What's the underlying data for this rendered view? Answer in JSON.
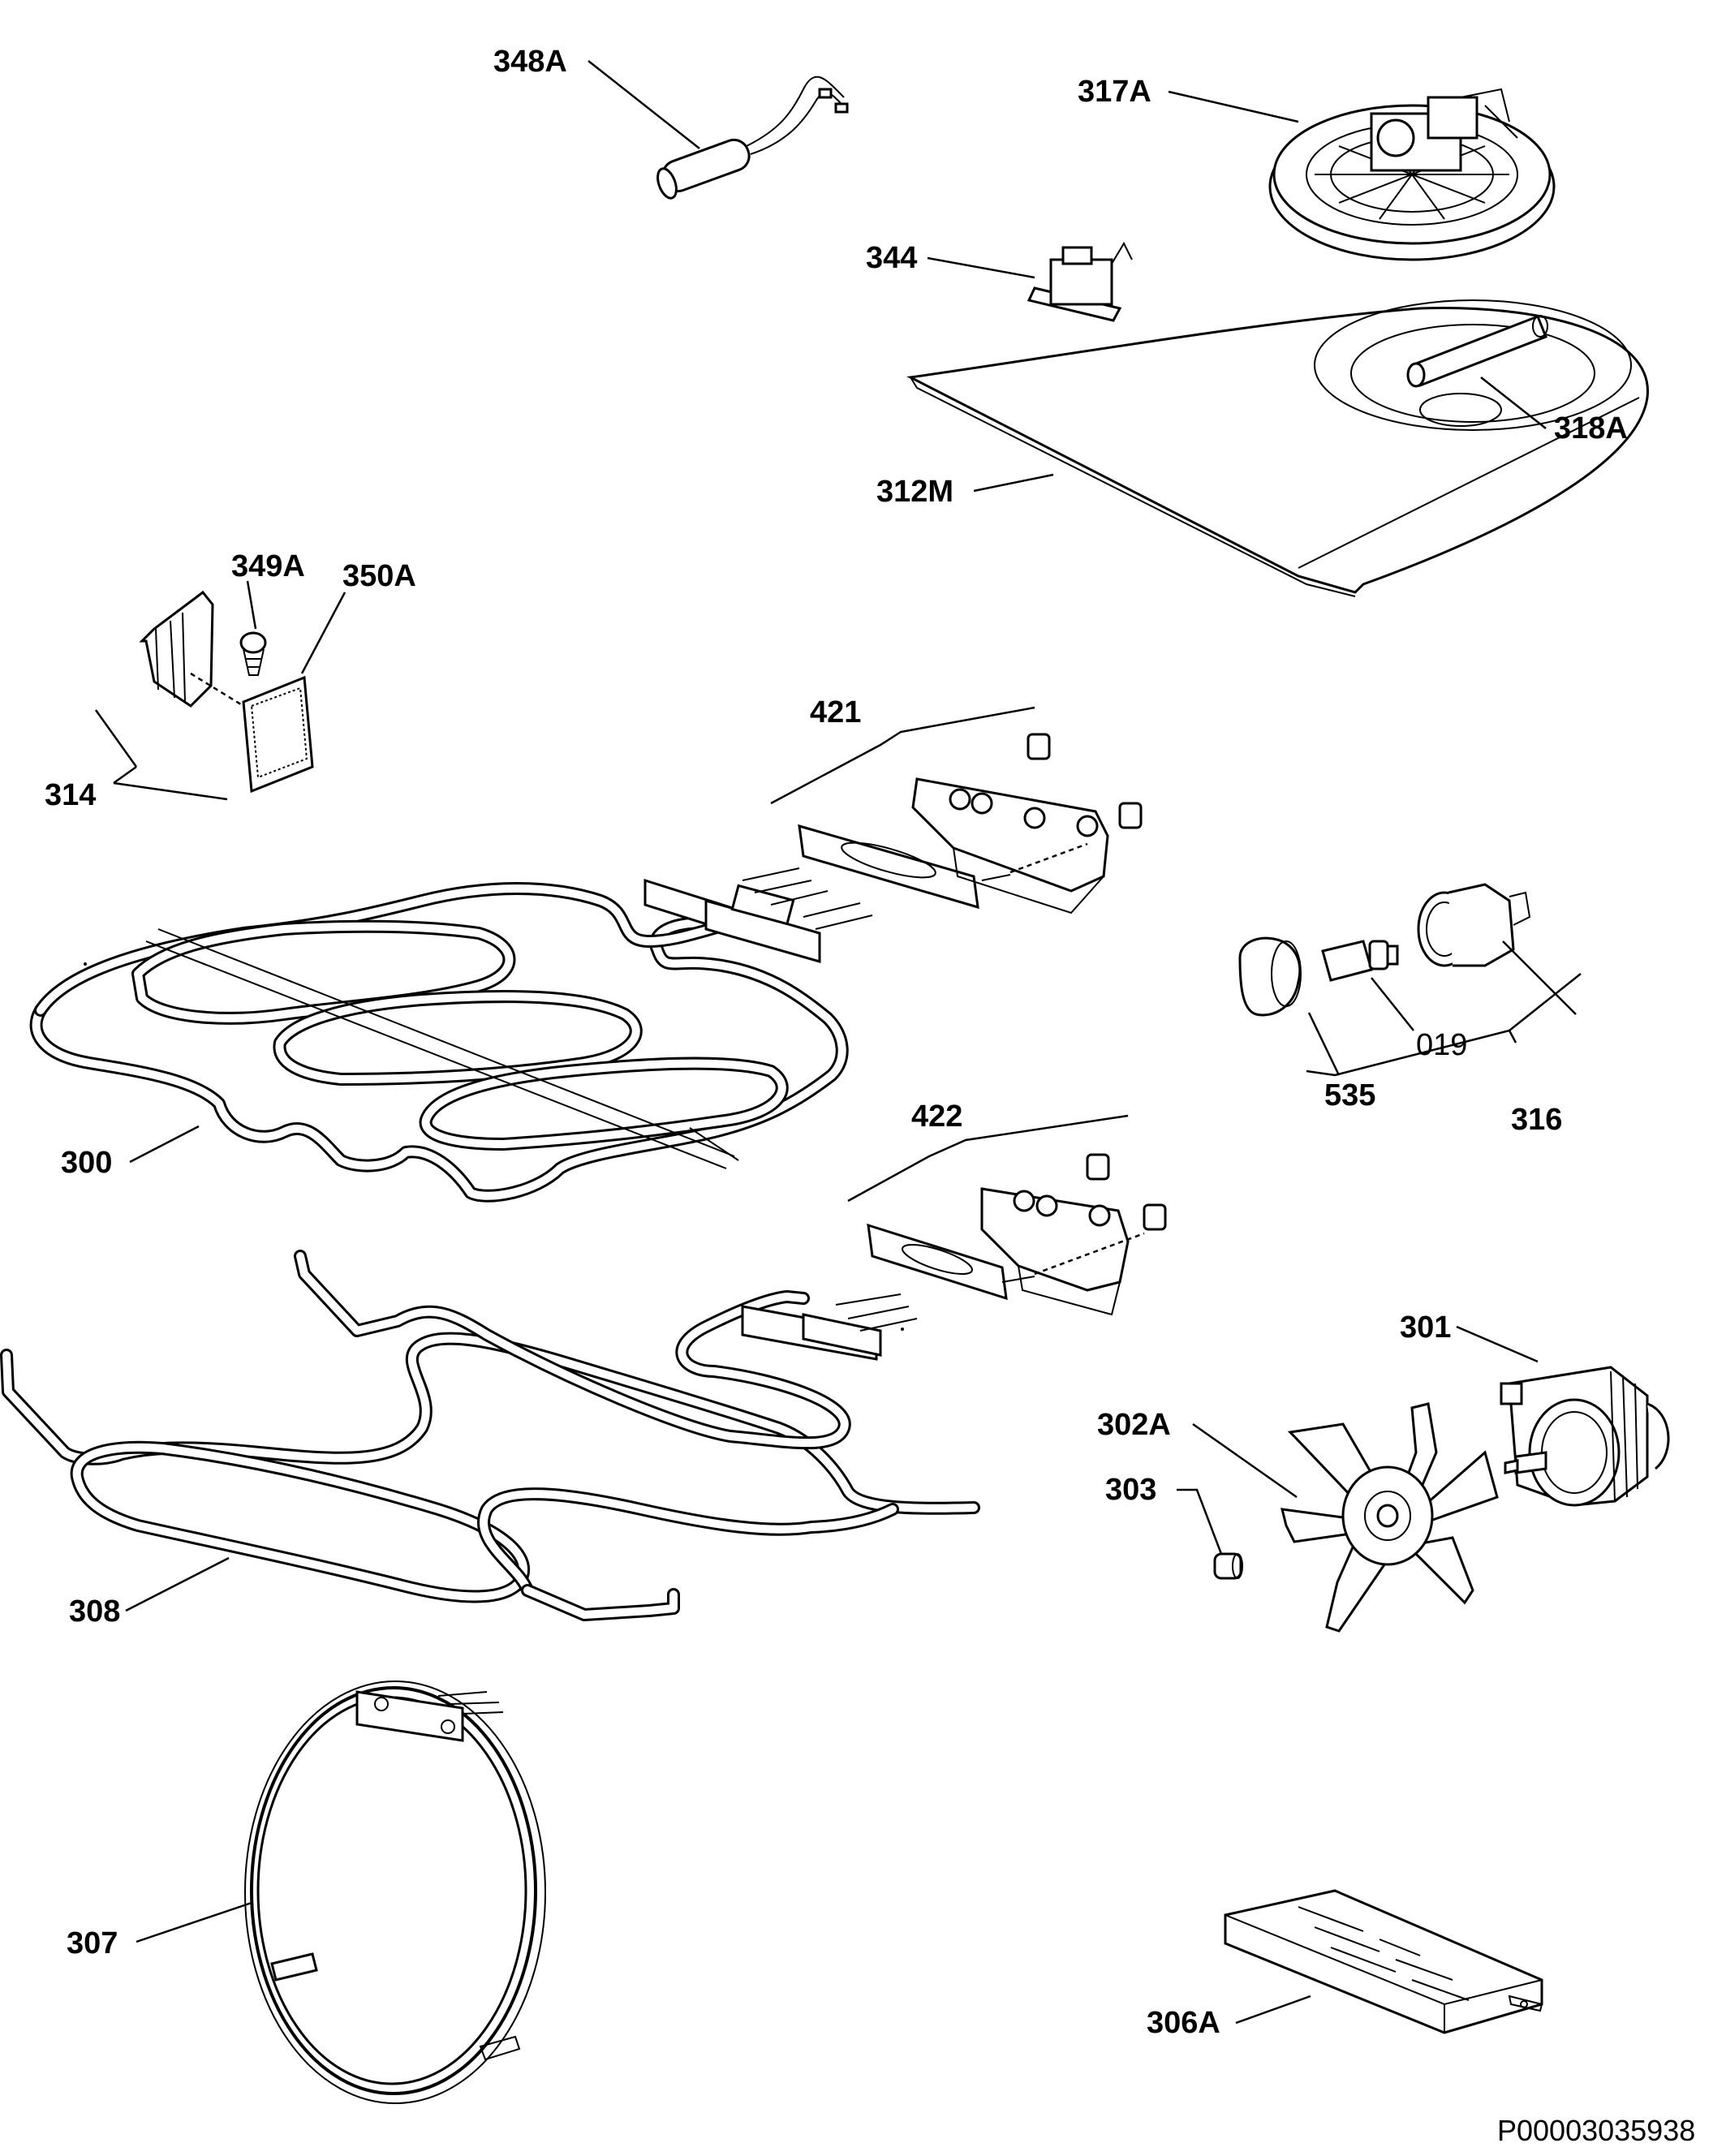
{
  "labels": {
    "l348A": "348A",
    "l317A": "317A",
    "l344": "344",
    "l312M": "312M",
    "l349A": "349A",
    "l350A": "350A",
    "l314": "314",
    "l318A": "318A",
    "l421": "421",
    "l300": "300",
    "l535": "535",
    "l019": "019",
    "l316": "316",
    "l422": "422",
    "l301": "301",
    "l302A": "302A",
    "l303": "303",
    "l308": "308",
    "l307": "307",
    "l306A": "306A"
  },
  "footer": {
    "code": "P00003035938"
  }
}
